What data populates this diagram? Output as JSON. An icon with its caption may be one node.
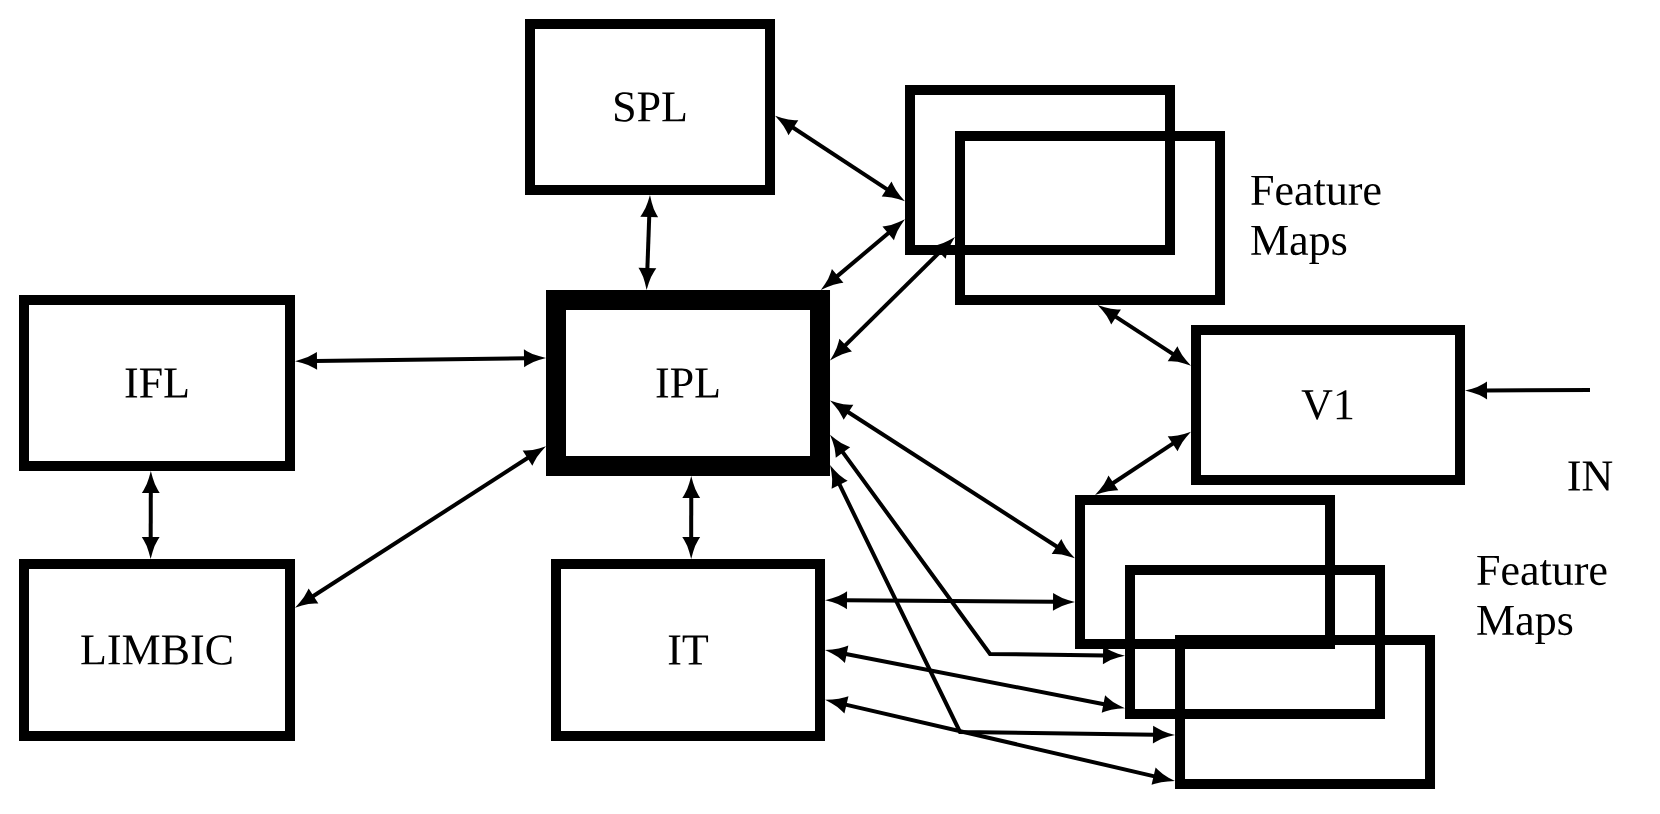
{
  "diagram": {
    "nodes": [
      {
        "text": [
          "SPL"
        ]
      },
      {
        "text": [],
        "shape": "box"
      },
      {
        "text": [],
        "shape": "box",
        "beside": [
          "Feature Maps"
        ]
      },
      {
        "text": [
          "IFL"
        ]
      },
      {
        "text": [
          "IPL"
        ]
      },
      {
        "text": [
          "V1"
        ]
      },
      {
        "text": [
          "IN"
        ]
      },
      {
        "text": [],
        "shape": "box"
      },
      {
        "text": [],
        "shape": "box"
      },
      {
        "text": [],
        "shape": "box",
        "beside": [
          "Feature Maps"
        ]
      },
      {
        "text": [
          "LIMBIC"
        ]
      },
      {
        "text": [
          "IT"
        ]
      }
    ],
    "edges": [
      {
        "from": 0,
        "to": 4,
        "arrow": "both"
      },
      {
        "from": 0,
        "to": 1,
        "arrow": "both"
      },
      {
        "from": 4,
        "to": 1,
        "arrow": "both"
      },
      {
        "from": 4,
        "to": 2,
        "arrow": "both"
      },
      {
        "from": 2,
        "to": 5,
        "arrow": "both"
      },
      {
        "from": 3,
        "to": 4,
        "arrow": "both"
      },
      {
        "from": 3,
        "to": 10,
        "arrow": "both"
      },
      {
        "from": 10,
        "to": 4,
        "arrow": "both"
      },
      {
        "from": 4,
        "to": 11,
        "arrow": "both"
      },
      {
        "from": 6,
        "to": 5,
        "arrow": "to"
      },
      {
        "from": 5,
        "to": 7,
        "arrow": "both"
      },
      {
        "from": 4,
        "to": 7,
        "arrow": "both"
      },
      {
        "from": 4,
        "to": 8,
        "arrow": "both"
      },
      {
        "from": 4,
        "to": 9,
        "arrow": "both"
      },
      {
        "from": 11,
        "to": 7,
        "arrow": "both"
      },
      {
        "from": 11,
        "to": 8,
        "arrow": "both"
      },
      {
        "from": 11,
        "to": 9,
        "arrow": "both"
      }
    ]
  }
}
